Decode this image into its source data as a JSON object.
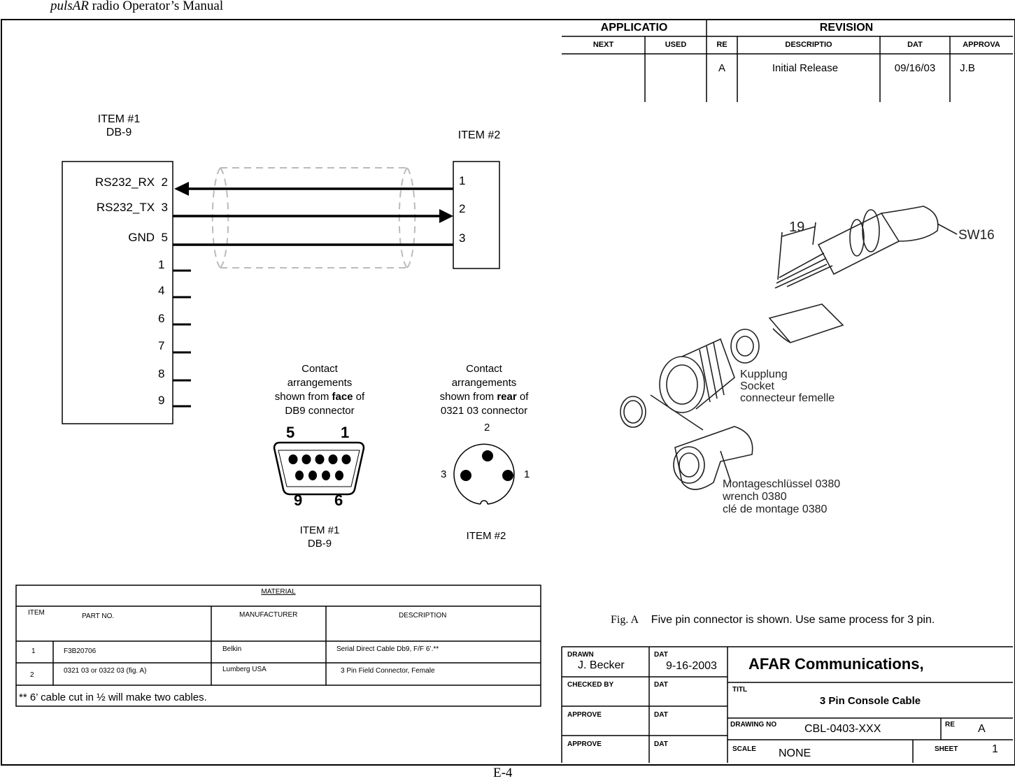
{
  "header": {
    "product": "pulsAR",
    "title_rest": " radio Operator’s Manual"
  },
  "footer": {
    "page": "E-4"
  },
  "revision_block": {
    "application_label": "APPLICATIO",
    "revision_label": "REVISION",
    "columns": {
      "next": "NEXT",
      "used": "USED",
      "rev": "RE",
      "description": "DESCRIPTIO",
      "date": "DAT",
      "approval": "APPROVA"
    },
    "row": {
      "rev": "A",
      "description": "Initial Release",
      "date": "09/16/03",
      "approval": "J.B"
    }
  },
  "wiring": {
    "item1_label": "ITEM #1",
    "item1_type": "DB-9",
    "item2_label": "ITEM #2",
    "db9_pins": [
      {
        "name": "RS232_RX",
        "num": "2"
      },
      {
        "name": "RS232_TX",
        "num": "3"
      },
      {
        "name": "GND",
        "num": "5"
      },
      {
        "name": "",
        "num": "1"
      },
      {
        "name": "",
        "num": "4"
      },
      {
        "name": "",
        "num": "6"
      },
      {
        "name": "",
        "num": "7"
      },
      {
        "name": "",
        "num": "8"
      },
      {
        "name": "",
        "num": "9"
      }
    ],
    "item2_pins": [
      "1",
      "2",
      "3"
    ]
  },
  "contacts": {
    "face": {
      "line1": "Contact",
      "line2": "arrangements",
      "line3a": "shown  from ",
      "line3b": "face",
      "line3c": " of",
      "line4": "DB9 connector"
    },
    "rear": {
      "line1": "Contact",
      "line2": "arrangements",
      "line3a": "shown  from ",
      "line3b": "rear",
      "line3c": " of",
      "line4": "0321 03 connector"
    },
    "db9_pin_tl": "5",
    "db9_pin_tr": "1",
    "db9_pin_bl": "9",
    "db9_pin_br": "6",
    "circ_pin_top": "2",
    "circ_pin_left": "3",
    "circ_pin_right": "1",
    "item1_label": "ITEM #1",
    "item1_type": "DB-9",
    "item2_label": "ITEM #2"
  },
  "photo": {
    "dim": "19",
    "wrench_size": "SW16",
    "socket": [
      "Kupplung",
      "Socket",
      "connecteur femelle"
    ],
    "wrench": [
      "Montageschlüssel 0380",
      "wrench 0380",
      "clé de montage 0380"
    ]
  },
  "figure_caption": {
    "label": "Fig. A",
    "text": "Five pin connector is shown. Use same process for 3 pin."
  },
  "material": {
    "title": "MATERIAL",
    "columns": {
      "item": "ITEM",
      "part": "PART NO.",
      "manufacturer": "MANUFACTURER",
      "description": "DESCRIPTION"
    },
    "rows": [
      {
        "item": "1",
        "part": "F3B20706",
        "manufacturer": "Belkin",
        "description": "Serial Direct Cable Db9, F/F 6’.**"
      },
      {
        "item": "2",
        "part": "0321 03 or 0322 03 (fig. A)",
        "manufacturer": "Lumberg USA",
        "description": "3 Pin Field Connector, Female"
      }
    ],
    "note": "** 6’ cable cut in ½ will make two cables."
  },
  "title_block": {
    "drawn_label": "DRAWN",
    "drawn_value": "J. Becker",
    "date_label": "DAT",
    "date_value": "9-16-2003",
    "checked_label": "CHECKED BY",
    "checked_date_label": "DAT",
    "approve1_label": "APPROVE",
    "approve1_date_label": "DAT",
    "approve2_label": "APPROVE",
    "approve2_date_label": "DAT",
    "company": "AFAR Communications,",
    "title_label": "TITL",
    "title_value": "3 Pin Console Cable",
    "drawing_no_label": "DRAWING NO",
    "drawing_no_value": "CBL-0403-XXX",
    "rev_label": "RE",
    "rev_value": "A",
    "scale_label": "SCALE",
    "scale_value": "NONE",
    "sheet_label": "SHEET",
    "sheet_value": "1"
  }
}
